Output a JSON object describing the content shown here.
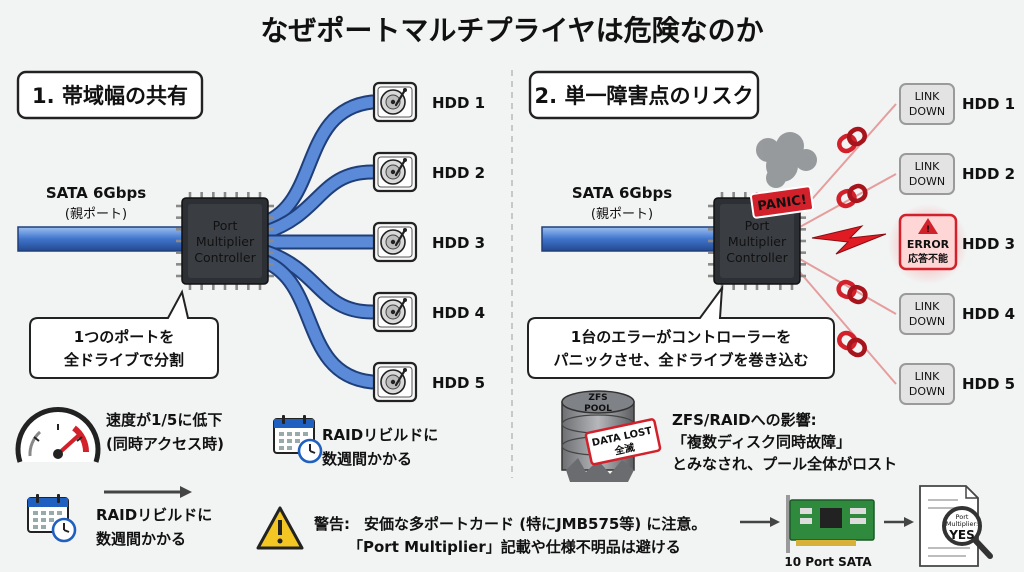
{
  "title": "なぜポートマルチプライヤは危険なのか",
  "left": {
    "heading": "1. 帯域幅の共有",
    "port_label": "SATA 6Gbps",
    "port_sub": "(親ポート)",
    "chip_lines": [
      "Port",
      "Multiplier",
      "Controller"
    ],
    "drives": [
      "HDD 1",
      "HDD 2",
      "HDD 3",
      "HDD 4",
      "HDD 5"
    ],
    "callout_lines": [
      "1つのポートを",
      "全ドライブで分割"
    ],
    "speed_lines": [
      "速度が1/5に低下",
      "(同時アクセス時)"
    ],
    "rebuild_lines": [
      "RAIDリビルドに",
      "数週間かかる"
    ]
  },
  "right": {
    "heading": "2. 単一障害点のリスク",
    "port_label": "SATA 6Gbps",
    "port_sub": "(親ポート)",
    "chip_lines": [
      "Port",
      "Multiplier",
      "Controller"
    ],
    "panic_label": "PANIC!",
    "drives": [
      {
        "name": "HDD 1",
        "status": [
          "LINK",
          "DOWN"
        ]
      },
      {
        "name": "HDD 2",
        "status": [
          "LINK",
          "DOWN"
        ]
      },
      {
        "name": "HDD 3",
        "status": [
          "ERROR",
          "応答不能"
        ]
      },
      {
        "name": "HDD 4",
        "status": [
          "LINK",
          "DOWN"
        ]
      },
      {
        "name": "HDD 5",
        "status": [
          "LINK",
          "DOWN"
        ]
      }
    ],
    "callout_lines": [
      "1台のエラーがコントローラーを",
      "パニックさせ、全ドライブを巻き込む"
    ],
    "zfs_pool_lines": [
      "ZFS",
      "POOL"
    ],
    "data_lost_lines": [
      "DATA LOST",
      "全滅"
    ],
    "impact_lines": [
      "ZFS/RAIDへの影響:",
      "「複数ディスク同時故障」",
      "とみなされ、プール全体がロスト"
    ]
  },
  "bottom": {
    "rebuild_lines": [
      "RAIDリビルドに",
      "数週間かかる"
    ],
    "warning_prefix": "警告:",
    "warning_line1": "安価な多ポートカード (特にJMB575等) に注意。",
    "warning_line2": "「Port Multiplier」記載や仕様不明品は避ける",
    "card_label": "10 Port SATA",
    "doc_lines": [
      "Port",
      "Multiplier:"
    ],
    "doc_yes": "YES"
  },
  "colors": {
    "cable": "#4a7fd4",
    "cable_dark": "#1f3f7a",
    "alert": "#d3212b",
    "grey_text": "#a8a8a8"
  }
}
